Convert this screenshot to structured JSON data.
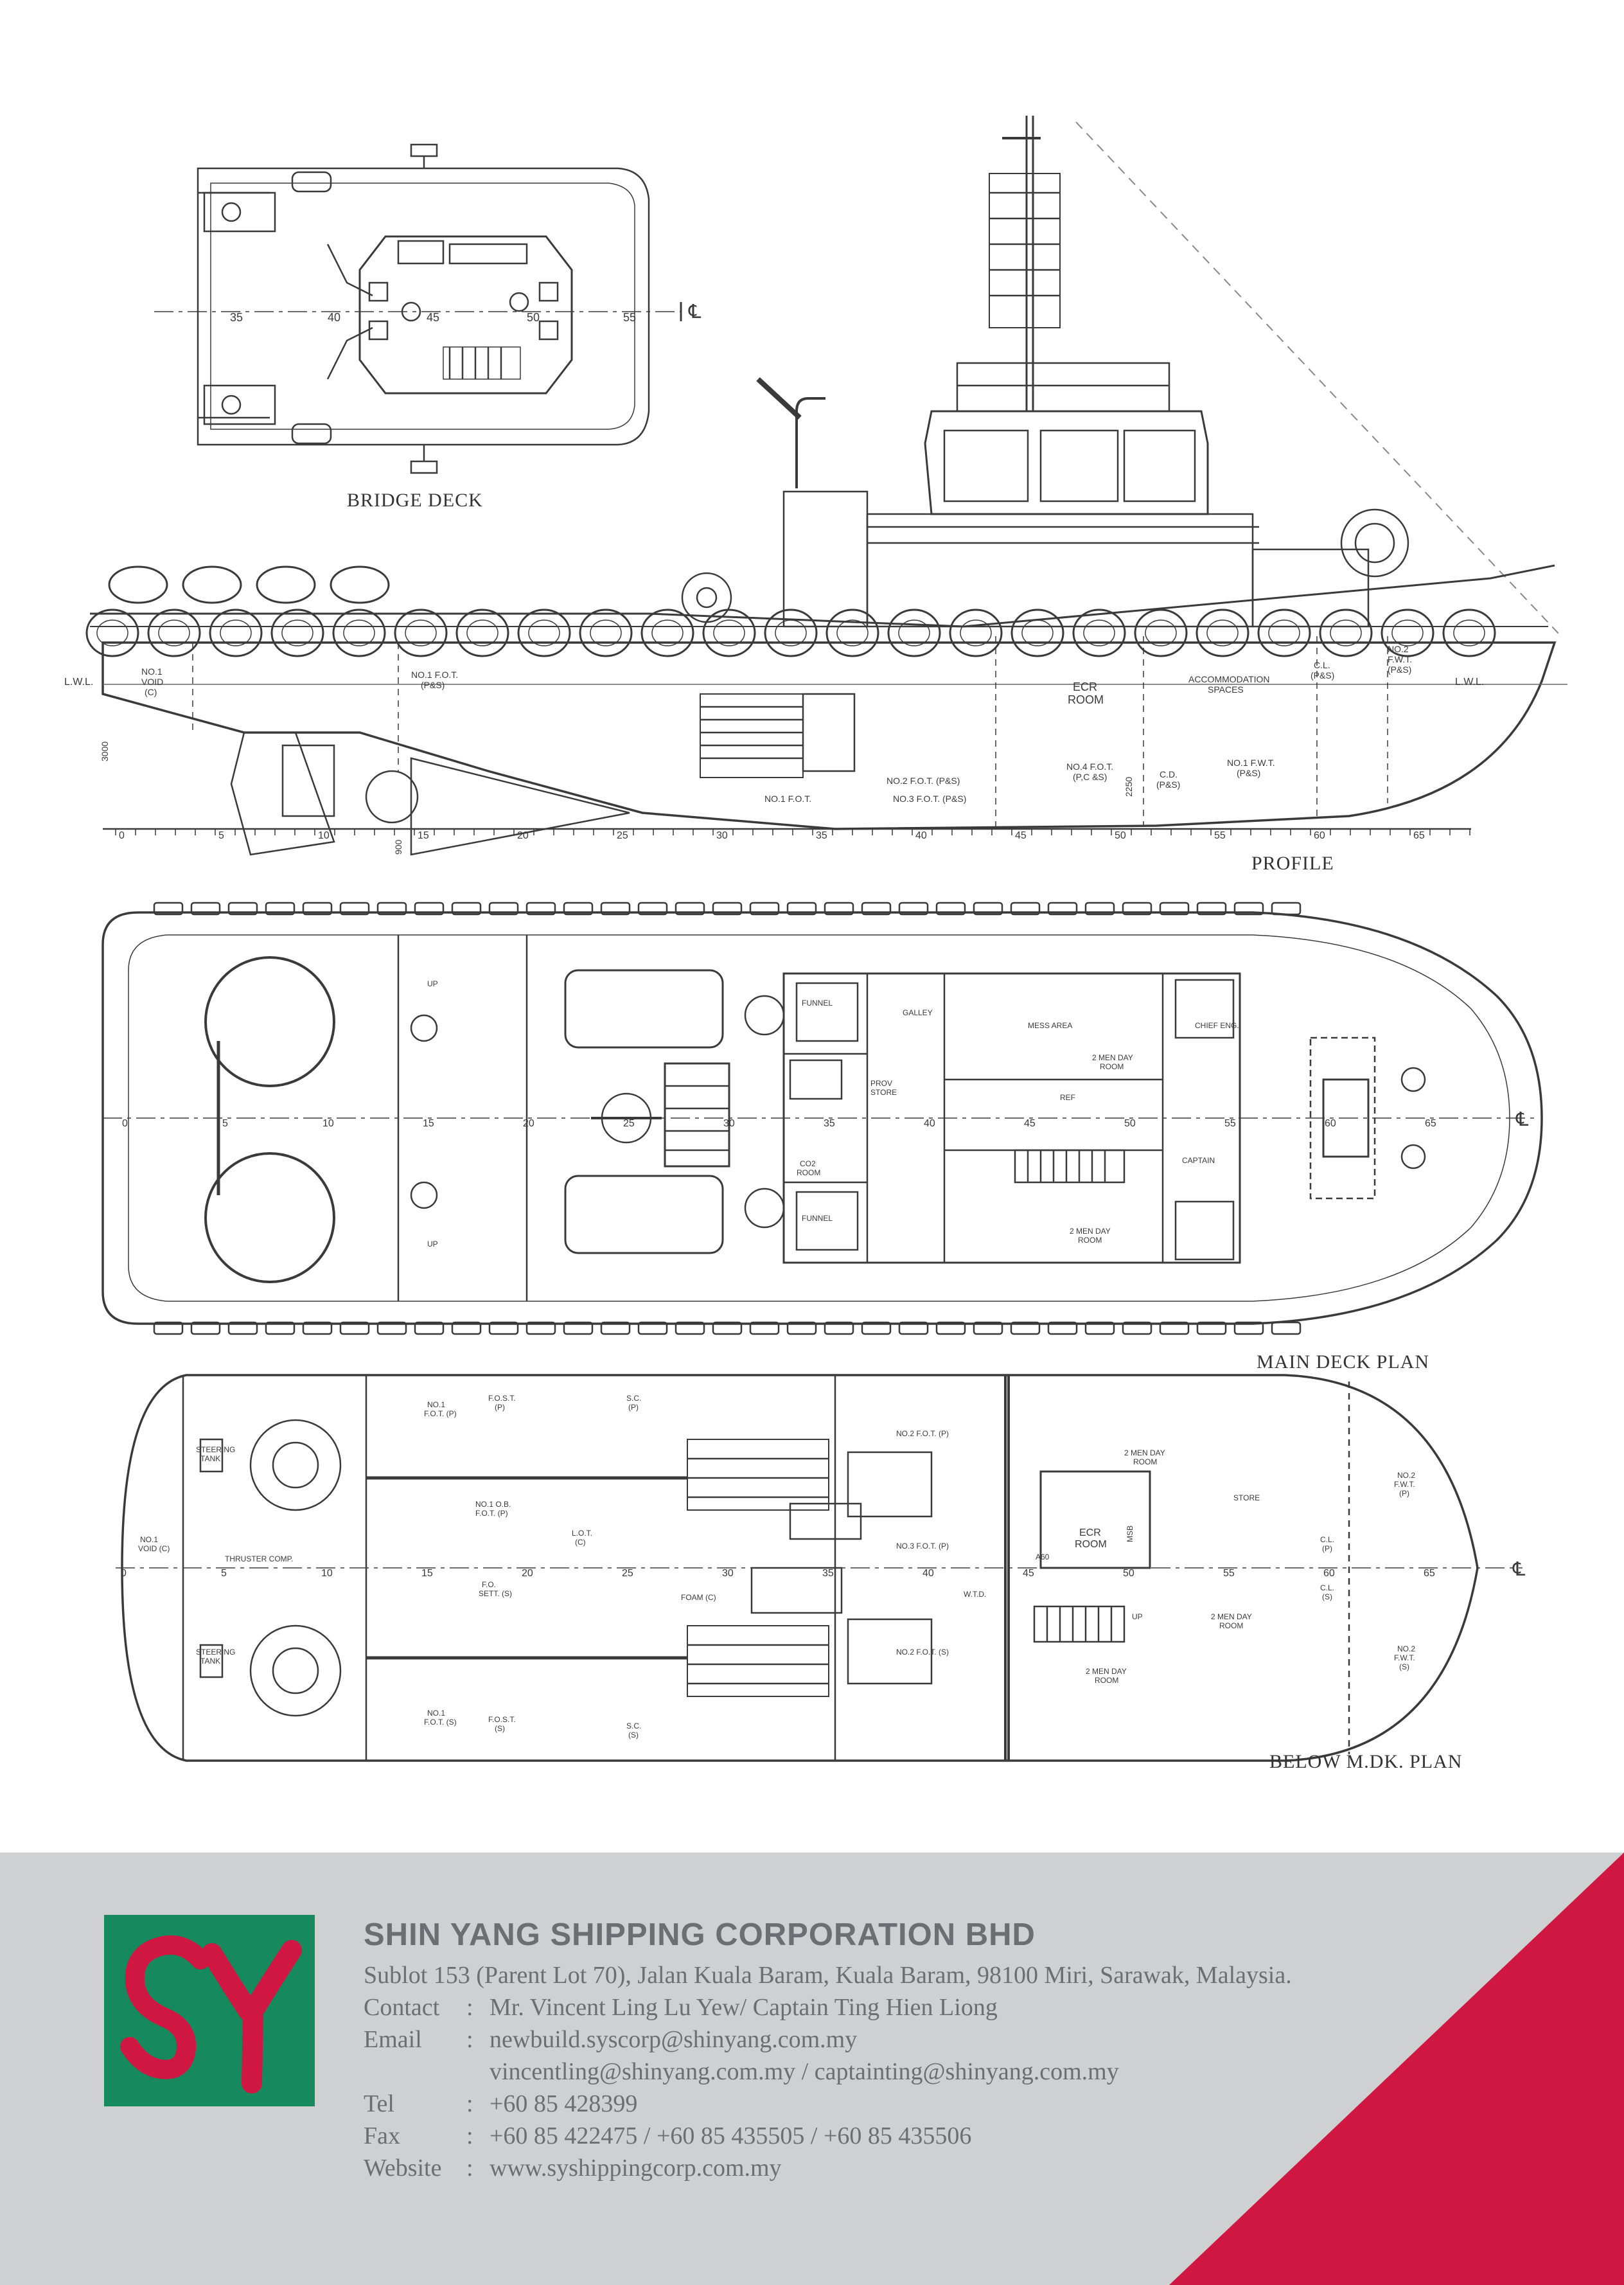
{
  "drawing": {
    "labels": {
      "bridge_deck": "BRIDGE DECK",
      "profile": "PROFILE",
      "main_deck_plan": "MAIN DECK PLAN",
      "below_deck_plan": "BELOW M.DK. PLAN"
    },
    "stations": [
      "0",
      "5",
      "10",
      "15",
      "20",
      "25",
      "30",
      "35",
      "40",
      "45",
      "50",
      "55",
      "60",
      "65"
    ],
    "bridge_stations": [
      "35",
      "40",
      "45",
      "50",
      "55"
    ],
    "profile_compartments": [
      "NO.1 VOID (C)",
      "NO.1 F.O.T. (P&S)",
      "ECR ROOM",
      "ACCOMMODATION SPACES",
      "C.L. (P&S)",
      "NO.2 F.W.T. (P&S)",
      "NO.4 F.O.T. (P,C &S)",
      "C.D. (P&S)",
      "NO.1 F.W.T. (P&S)",
      "NO.2 F.O.T. (P&S)",
      "NO.3 F.O.T. (P&S)",
      "NO.1 F.O.T."
    ],
    "waterline": "L.W.L.",
    "dims": [
      "3000",
      "2250",
      "900"
    ],
    "main_deck_rooms": [
      "FUNNEL",
      "GALLEY",
      "MESS AREA",
      "2 MEN DAY ROOM",
      "CHIEF ENG.",
      "PROV STORE",
      "REF",
      "CO2 ROOM",
      "FUNNEL",
      "CAPTAIN",
      "2 MEN DAY ROOM",
      "UP",
      "UP"
    ],
    "below_deck_rooms": [
      "STEERING TANK",
      "THRUSTER COMP.",
      "NO.1 VOID (C)",
      "STEERING TANK",
      "NO.1 F.O.T. (P)",
      "F.O.S.T. (P)",
      "S.C. (P)",
      "NO.1 O.B. F.O.T. (P)",
      "L.O.T. (C)",
      "F.O. SETT. (S)",
      "NO.1 F.O.T. (S)",
      "F.O.S.T. (S)",
      "S.C. (S)",
      "FOAM (C)",
      "NO.2 F.O.T. (P)",
      "NO.3 F.O.T. (P)",
      "NO.2 F.O.T. (S)",
      "W.T.D.",
      "ECR ROOM",
      "MSB",
      "A60",
      "2 MEN DAY ROOM",
      "STORE",
      "2 MEN DAY ROOM",
      "2 MEN DAY ROOM",
      "C.L. (P)",
      "C.L. (S)",
      "NO.2 F.W.T. (P)",
      "NO.2 F.W.T. (S)",
      "UP"
    ]
  },
  "company": {
    "name": "SHIN YANG SHIPPING CORPORATION BHD",
    "address": "Sublot 153 (Parent Lot 70), Jalan Kuala Baram, Kuala Baram, 98100 Miri, Sarawak, Malaysia.",
    "contact_label": "Contact",
    "contact": "Mr. Vincent Ling Lu Yew/ Captain Ting Hien Liong",
    "email_label": "Email",
    "email_1": "newbuild.syscorp@shinyang.com.my",
    "email_2": "vincentling@shinyang.com.my / captainting@shinyang.com.my",
    "tel_label": "Tel",
    "tel": "+60 85 428399",
    "fax_label": "Fax",
    "fax": "+60 85 422475 / +60 85 435505  / +60 85 435506",
    "website_label": "Website",
    "website": "www.syshippingcorp.com.my",
    "colon": ":",
    "logo_text": "SY"
  },
  "colors": {
    "footer_bg": "#cfd0d2",
    "accent_red": "#cf1741",
    "logo_green": "#16895f",
    "text_grey": "#6b6e72",
    "line": "#3a3a3a"
  }
}
